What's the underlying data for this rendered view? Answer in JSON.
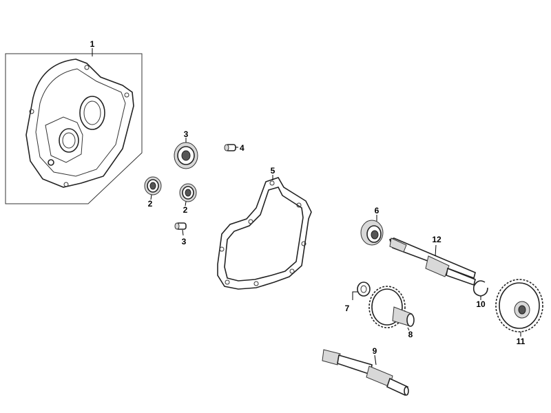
{
  "parts": [
    {
      "id": "transmission-case",
      "label": "1"
    },
    {
      "id": "bearing-small-left",
      "label": "2"
    },
    {
      "id": "bearing-small-right",
      "label": "2"
    },
    {
      "id": "bearing-large",
      "label": "3"
    },
    {
      "id": "dowel-pin-lower",
      "label": "3"
    },
    {
      "id": "dowel-pin",
      "label": "4"
    },
    {
      "id": "gasket",
      "label": "5"
    },
    {
      "id": "oil-seal",
      "label": "6"
    },
    {
      "id": "washer",
      "label": "7"
    },
    {
      "id": "counter-gear",
      "label": "8"
    },
    {
      "id": "drive-shaft",
      "label": "9"
    },
    {
      "id": "circlip",
      "label": "10"
    },
    {
      "id": "final-gear",
      "label": "11"
    },
    {
      "id": "final-shaft",
      "label": "12"
    }
  ]
}
